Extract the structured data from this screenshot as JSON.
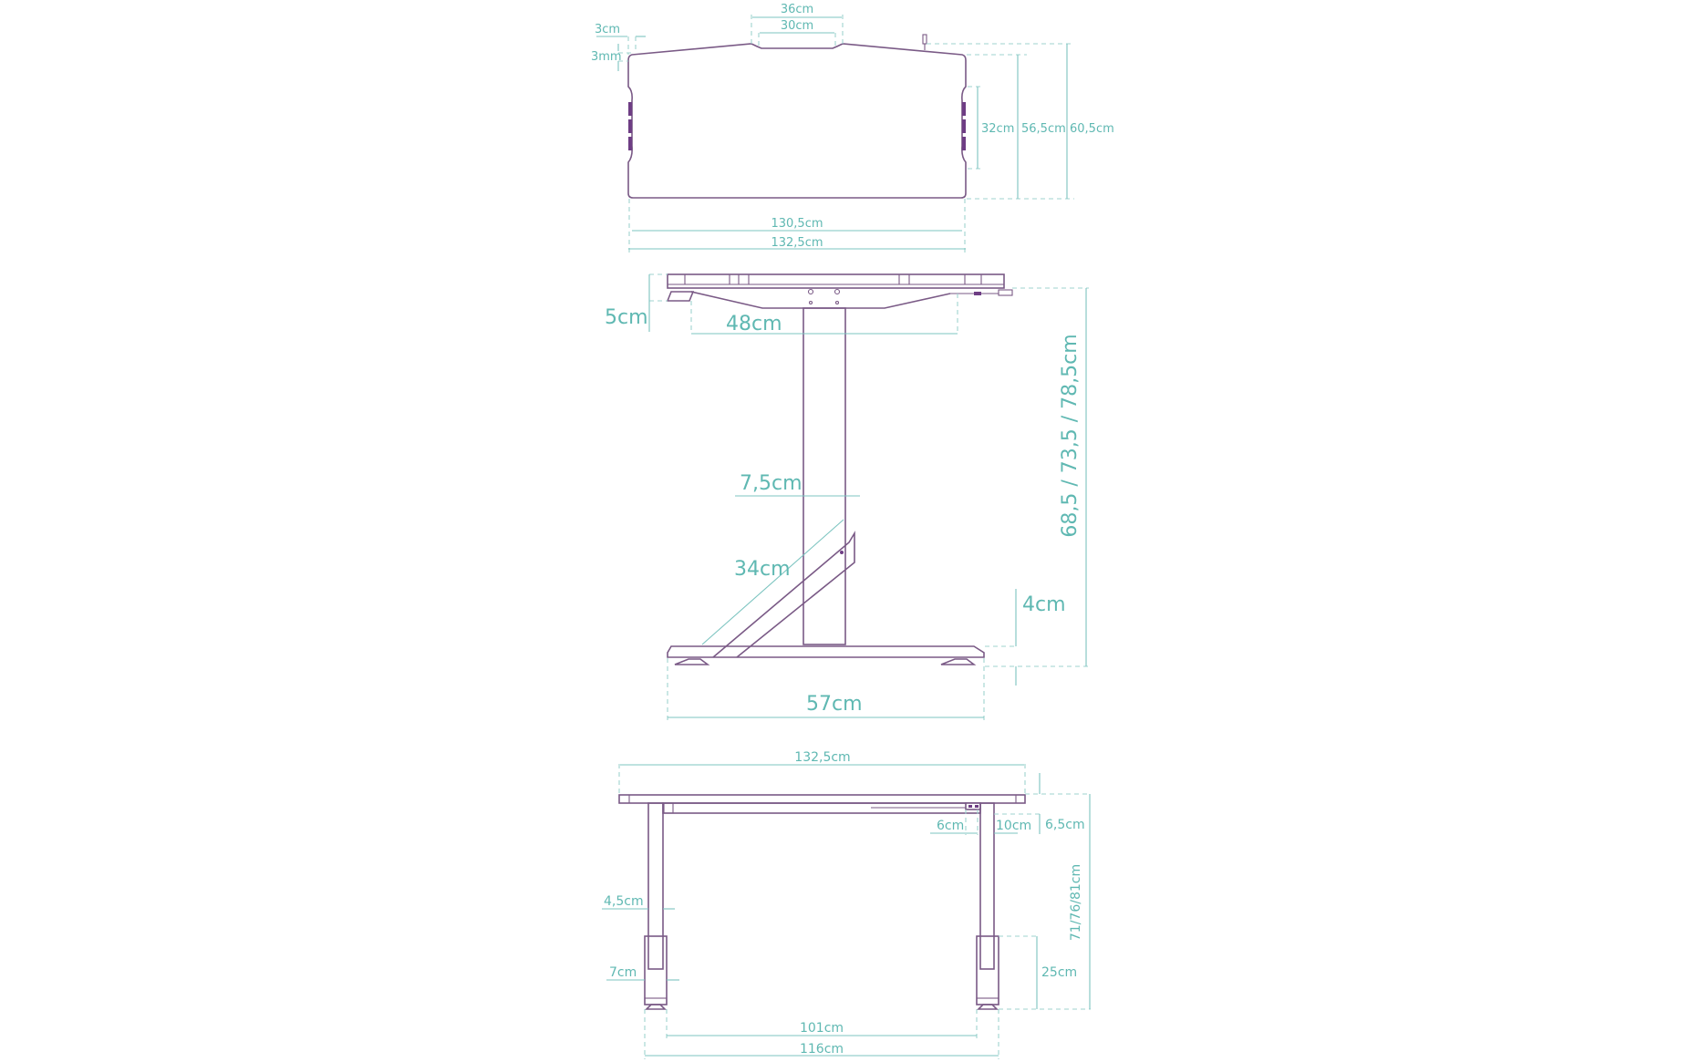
{
  "colors": {
    "outline": "#7a5a86",
    "accent_strip": "#6e3d84",
    "dimension_line": "#7cc4c0",
    "dimension_text": "#5fb8b2",
    "background": "#ffffff"
  },
  "top_view": {
    "labels": {
      "cutout_outer": "36cm",
      "cutout_inner": "30cm",
      "edge_offset": "3cm",
      "edge_drop": "3mm",
      "side_handle": "32cm",
      "depth_inner": "56,5cm",
      "depth_total": "60,5cm",
      "width_inner": "130,5cm",
      "width_total": "132,5cm"
    }
  },
  "side_view": {
    "labels": {
      "top_thickness": "5cm",
      "frame_depth": "48cm",
      "column_width": "7,5cm",
      "brace_length": "34cm",
      "foot_height": "4cm",
      "base_depth": "57cm",
      "height_range": "68,5 / 73,5 / 78,5cm"
    }
  },
  "front_view": {
    "labels": {
      "width_total": "132,5cm",
      "frame_height": "6,5cm",
      "control_offset": "6cm",
      "leg_offset": "10cm",
      "upper_leg_width": "4,5cm",
      "lower_leg_width": "7cm",
      "height_range": "71/76/81cm",
      "housing_height": "25cm",
      "inner_span": "101cm",
      "outer_span": "116cm"
    }
  }
}
